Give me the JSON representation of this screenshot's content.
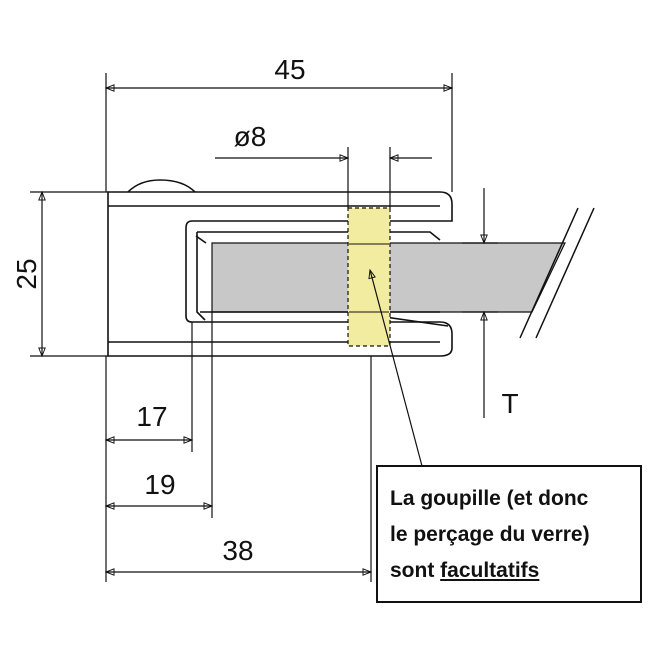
{
  "dimensions": {
    "width_total": "45",
    "pin_diameter": "ø8",
    "height": "25",
    "depth_17": "17",
    "depth_19": "19",
    "depth_38": "38",
    "glass_thickness": "T"
  },
  "note": {
    "line1": "La goupille (et donc",
    "line2": "le perçage du verre)",
    "line3_prefix": "sont ",
    "line3_underlined": "facultatifs"
  },
  "colors": {
    "glass": "#c8c8c8",
    "pin": "#f2eca0",
    "line": "#111111"
  }
}
